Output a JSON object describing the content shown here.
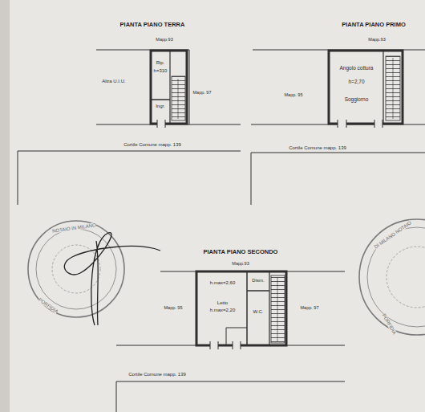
{
  "diagram": {
    "nodes": [
      {
        "text": [
          "Rip.",
          "h=310"
        ]
      },
      {
        "text": [
          "Ingr."
        ]
      },
      {
        "text": [
          "Angolo cottura",
          "h=2,70",
          "Soggiorno"
        ]
      },
      {
        "text": [
          "h.max=2,60",
          "Letto",
          "h.max=2,20"
        ]
      },
      {
        "text": [
          "Dism."
        ]
      },
      {
        "text": [
          "W.C."
        ]
      }
    ],
    "labels": [
      "PIANTA PIANO TERRA",
      "Mapp.93",
      "Altra U.I.U.",
      "Mapp. 97",
      "Cortile Comune mapp. 139",
      "PIANTA PIANO PRIMO",
      "Mapp.93",
      "Mapp. 95",
      "Cortile Comune mapp. 139",
      "PIANTA PIANO SECONDO",
      "Mapp.93",
      "Mapp. 95",
      "Mapp. 97",
      "Cortile Comune mapp. 139",
      "NOTAIO IN MILANO",
      "PORFIDIA",
      "DI MILANO NOTAIO",
      "PORFIDIA"
    ]
  }
}
